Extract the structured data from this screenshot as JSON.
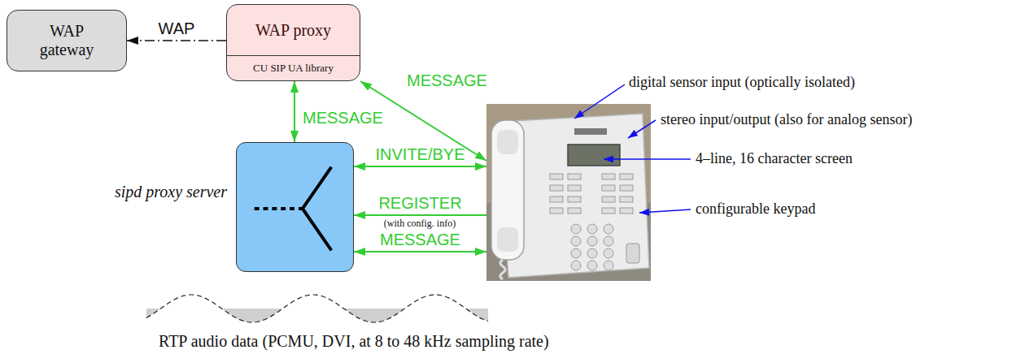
{
  "diagram": {
    "nodes": [
      {
        "text": [
          "WAP gateway"
        ]
      },
      {
        "text": [
          "WAP proxy",
          "CU SIP UA library"
        ]
      },
      {
        "text": [
          "sipd proxy server"
        ]
      },
      {
        "text": []
      }
    ],
    "edges": [
      {
        "from": 1,
        "to": 0,
        "arrow": "to",
        "label": "WAP"
      },
      {
        "from": 1,
        "to": 2,
        "arrow": "both",
        "label": "MESSAGE"
      },
      {
        "from": 1,
        "to": 3,
        "arrow": "both",
        "label": "MESSAGE"
      },
      {
        "from": 2,
        "to": 3,
        "arrow": "both",
        "label": "INVITE/BYE"
      },
      {
        "from": 3,
        "to": 2,
        "arrow": "to",
        "label": "REGISTER"
      },
      {
        "from": 2,
        "to": 3,
        "arrow": "both",
        "label": "MESSAGE"
      }
    ],
    "labels": [
      "(with config. info)",
      "digital sensor input (optically isolated)",
      "stereo input/output (also for analog sensor)",
      "4–line, 16 character screen",
      "configurable keypad",
      "RTP audio data (PCMU, DVI, at 8 to 48 kHz sampling rate)"
    ]
  }
}
